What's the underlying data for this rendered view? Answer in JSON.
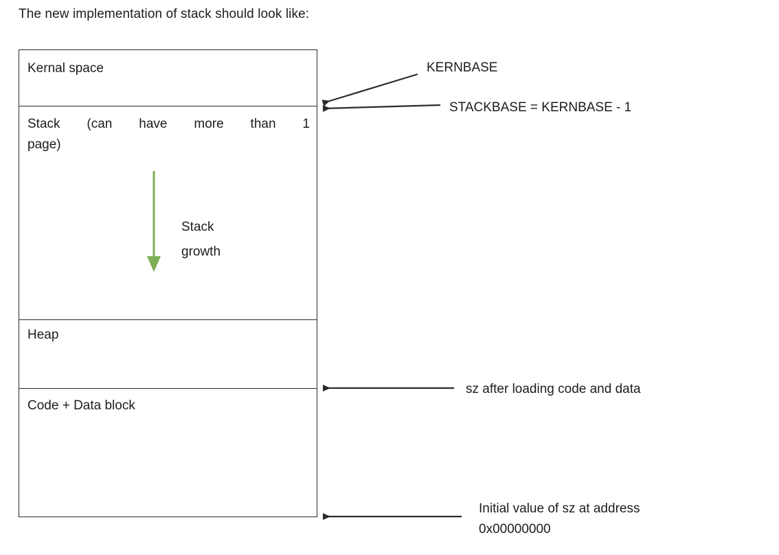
{
  "intro": {
    "caption": "The new implementation of stack should look like:"
  },
  "diagram": {
    "title": "process memory layout",
    "regions": [
      {
        "id": "kernel",
        "label": "Kernal space"
      },
      {
        "id": "stack",
        "label": "Stack (can have more than 1 page)",
        "line1": "Stack (can have more than 1",
        "line2": "page)"
      },
      {
        "id": "heap",
        "label": "Heap"
      },
      {
        "id": "code",
        "label": "Code + Data block"
      }
    ],
    "growth_arrow": {
      "label_line1": "Stack",
      "label_line2": "growth",
      "color": "#7EAE55",
      "direction": "down"
    },
    "callouts": [
      {
        "id": "kernbase",
        "text": "KERNBASE"
      },
      {
        "id": "stackbase",
        "text": "STACKBASE = KERNBASE - 1"
      },
      {
        "id": "sz-after-load",
        "text": "sz after loading code and data"
      },
      {
        "id": "sz-initial",
        "text": "Initial value of sz at address\n0x00000000"
      }
    ],
    "colors": {
      "outline": "#2b2b2b",
      "text": "#1c1c1c",
      "arrow": "#2b2b2b",
      "growth_arrow": "#7EAE55",
      "background": "#ffffff"
    }
  }
}
